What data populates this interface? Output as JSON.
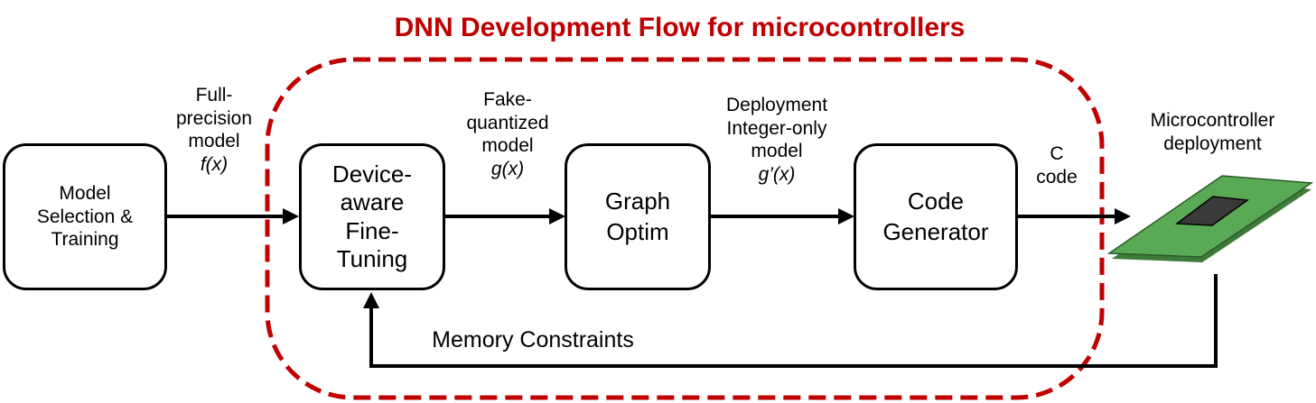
{
  "title": "DNN Development Flow for microcontrollers",
  "colors": {
    "accent": "#c00000",
    "board": "#5aaa55",
    "chip": "#3a3a3a",
    "line": "#000000"
  },
  "nodes": {
    "training": {
      "lines": [
        "Model",
        "Selection &",
        "Training"
      ]
    },
    "finetune": {
      "lines": [
        "Device-",
        "aware",
        "Fine-",
        "Tuning"
      ]
    },
    "graph": {
      "lines": [
        "Graph",
        "Optim"
      ]
    },
    "codegen": {
      "lines": [
        "Code",
        "Generator"
      ]
    },
    "microcontroller": {
      "label_lines": [
        "Microcontroller",
        "deployment"
      ]
    }
  },
  "edges": {
    "full_precision": {
      "lines": [
        "Full-",
        "precision",
        "model"
      ],
      "math": "f(x)"
    },
    "fake_quantized": {
      "lines": [
        "Fake-",
        "quantized",
        "model"
      ],
      "math": "g(x)"
    },
    "integer_only": {
      "lines": [
        "Deployment",
        "Integer-only",
        "model"
      ],
      "math": "g’(x)"
    },
    "c_code": {
      "lines": [
        "C",
        "code"
      ]
    },
    "feedback": {
      "label": "Memory Constraints"
    }
  }
}
